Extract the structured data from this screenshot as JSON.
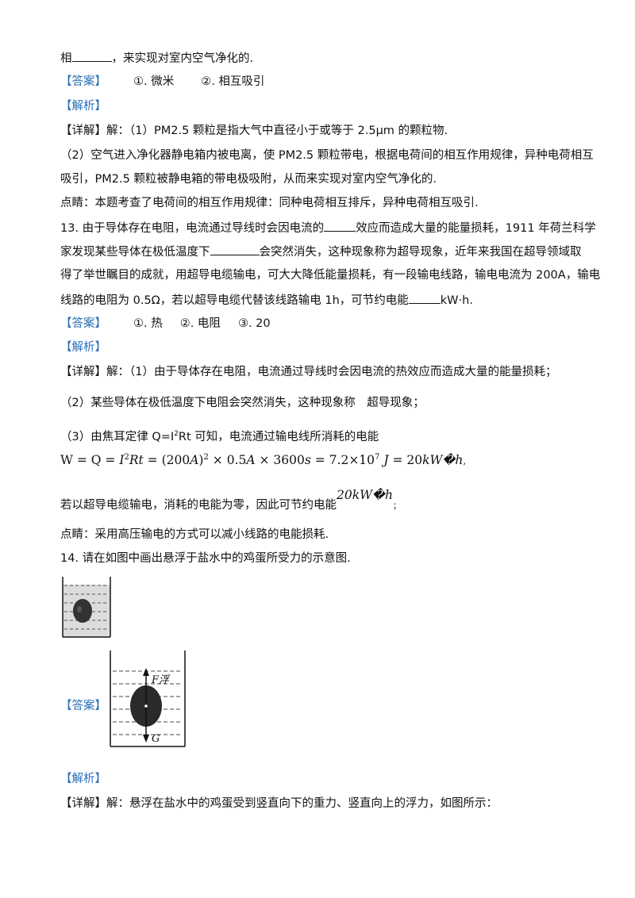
{
  "lines": {
    "l1_pre": "相",
    "l1_post": "，来实现对室内空气净化的.",
    "ans12_tag": "【答案】",
    "ans12_a": "①. 微米",
    "ans12_b": "②. 相互吸引",
    "analysis_tag": "【解析】",
    "detail12": "【详解】解：（1）PM2.5 颗粒是指大气中直径小于或等于 2.5μm 的颗粒物.",
    "detail12b_1": "（2）空气进入净化器静电箱内被电离，使 PM2.5 颗粒带电，根据电荷间的相互作用规律，异种电荷相互",
    "detail12b_2": "吸引，PM2.5 颗粒被静电箱的带电极吸附，从而来实现对室内空气净化的.",
    "comment12": "点睛：本题考查了电荷间的相互作用规律：同种电荷相互排斥，异种电荷相互吸引.",
    "q13_1a": "13. 由于导体存在电阻，电流通过导线时会因电流的",
    "q13_1b": "效应而造成大量的能量损耗，1911 年荷兰科学",
    "q13_2a": "家发现某些导体在极低温度下",
    "q13_2b": "会突然消失，这种现象称为超导现象，近年来我国在超导领域取",
    "q13_3": "得了举世瞩目的成就，用超导电缆输电，可大大降低能量损耗，有一段输电线路，输电电流为 200A，输电",
    "q13_4a": "线路的电阻为 0.5Ω，若以超导电缆代替该线路输电 1h，可节约电能",
    "q13_4b": "kW·h.",
    "ans13_a": "①. 热",
    "ans13_b": "②. 电阻",
    "ans13_c": "③. 20",
    "detail13_1": "【详解】解：（1）由于导体存在电阻，电流通过导线时会因电流的热效应而造成大量的能量损耗；",
    "detail13_2": "（2）某些导体在极低温度下电阻会突然消失，这种现象称　超导现象；",
    "detail13_3a": "（3）由焦耳定律 Q=I",
    "detail13_3sup": "2",
    "detail13_3b": "Rt 可知，电流通过输电线所消耗的电能",
    "detail13_5a": "若以超导电缆输电，消耗的电能为零，因此可节约电能",
    "detail13_5b": "；",
    "formula_kwh": "20kW�h",
    "comment13": "点睛：采用高压输电的方式可以减小线路的电能损耗.",
    "q14": "14. 请在如图中画出悬浮于盐水中的鸡蛋所受力的示意图.",
    "detail14": "【详解】解：悬浮在盐水中的鸡蛋受到竖直向下的重力、竖直向上的浮力，如图所示："
  },
  "formula": {
    "W": "W = Q = ",
    "I": "I",
    "exp2": "2",
    "Rt": "Rt",
    "eq1": " = (200",
    "A1": "A",
    "rp": ")",
    "exp2b": "2",
    "times1": " × 0.5",
    "A2": "A",
    "times2": " × 3600",
    "s": "s",
    "eq2": " = 7.2×10",
    "exp7": "7",
    "J": " J",
    "eq3": " = 20",
    "kWh": "kW�h",
    "comma": ","
  },
  "figure": {
    "label_float": "F浮",
    "label_gravity": "G"
  }
}
